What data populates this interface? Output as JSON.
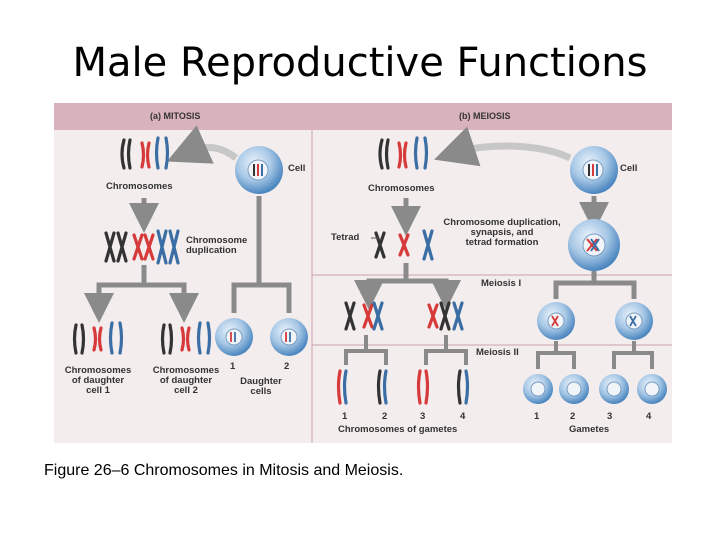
{
  "slide": {
    "title": "Male Reproductive Functions",
    "caption": "Figure 26–6 Chromosomes in Mitosis and Meiosis."
  },
  "figure": {
    "mitosis": {
      "header": "(a) MITOSIS",
      "cell_label": "Cell",
      "chromosomes_label": "Chromosomes",
      "duplication_label_1": "Chromosome",
      "duplication_label_2": "duplication",
      "daughter1_label_1": "Chromosomes",
      "daughter1_label_2": "of daughter",
      "daughter1_label_3": "cell 1",
      "daughter2_label_1": "Chromosomes",
      "daughter2_label_2": "of daughter",
      "daughter2_label_3": "cell 2",
      "daughter_cells_label_1": "Daughter",
      "daughter_cells_label_2": "cells",
      "num_1": "1",
      "num_2": "2"
    },
    "meiosis": {
      "header": "(b) MEIOSIS",
      "cell_label": "Cell",
      "chromosomes_label": "Chromosomes",
      "tetrad_label": "Tetrad",
      "duplication_label_1": "Chromosome duplication,",
      "duplication_label_2": "synapsis, and",
      "duplication_label_3": "tetrad formation",
      "meiosis1_label": "Meiosis I",
      "meiosis2_label": "Meiosis II",
      "gamete_chromosomes_label": "Chromosomes of gametes",
      "gametes_label": "Gametes",
      "chrom_nums": [
        "1",
        "2",
        "3",
        "4"
      ],
      "gamete_nums": [
        "1",
        "2",
        "3",
        "4"
      ]
    },
    "colors": {
      "maternal": "#d63a3a",
      "paternal": "#3a6ea5",
      "dark": "#333333",
      "background": "#f3eded",
      "header_band": "#d9b3bb",
      "arrow": "#8a8a8a"
    }
  }
}
